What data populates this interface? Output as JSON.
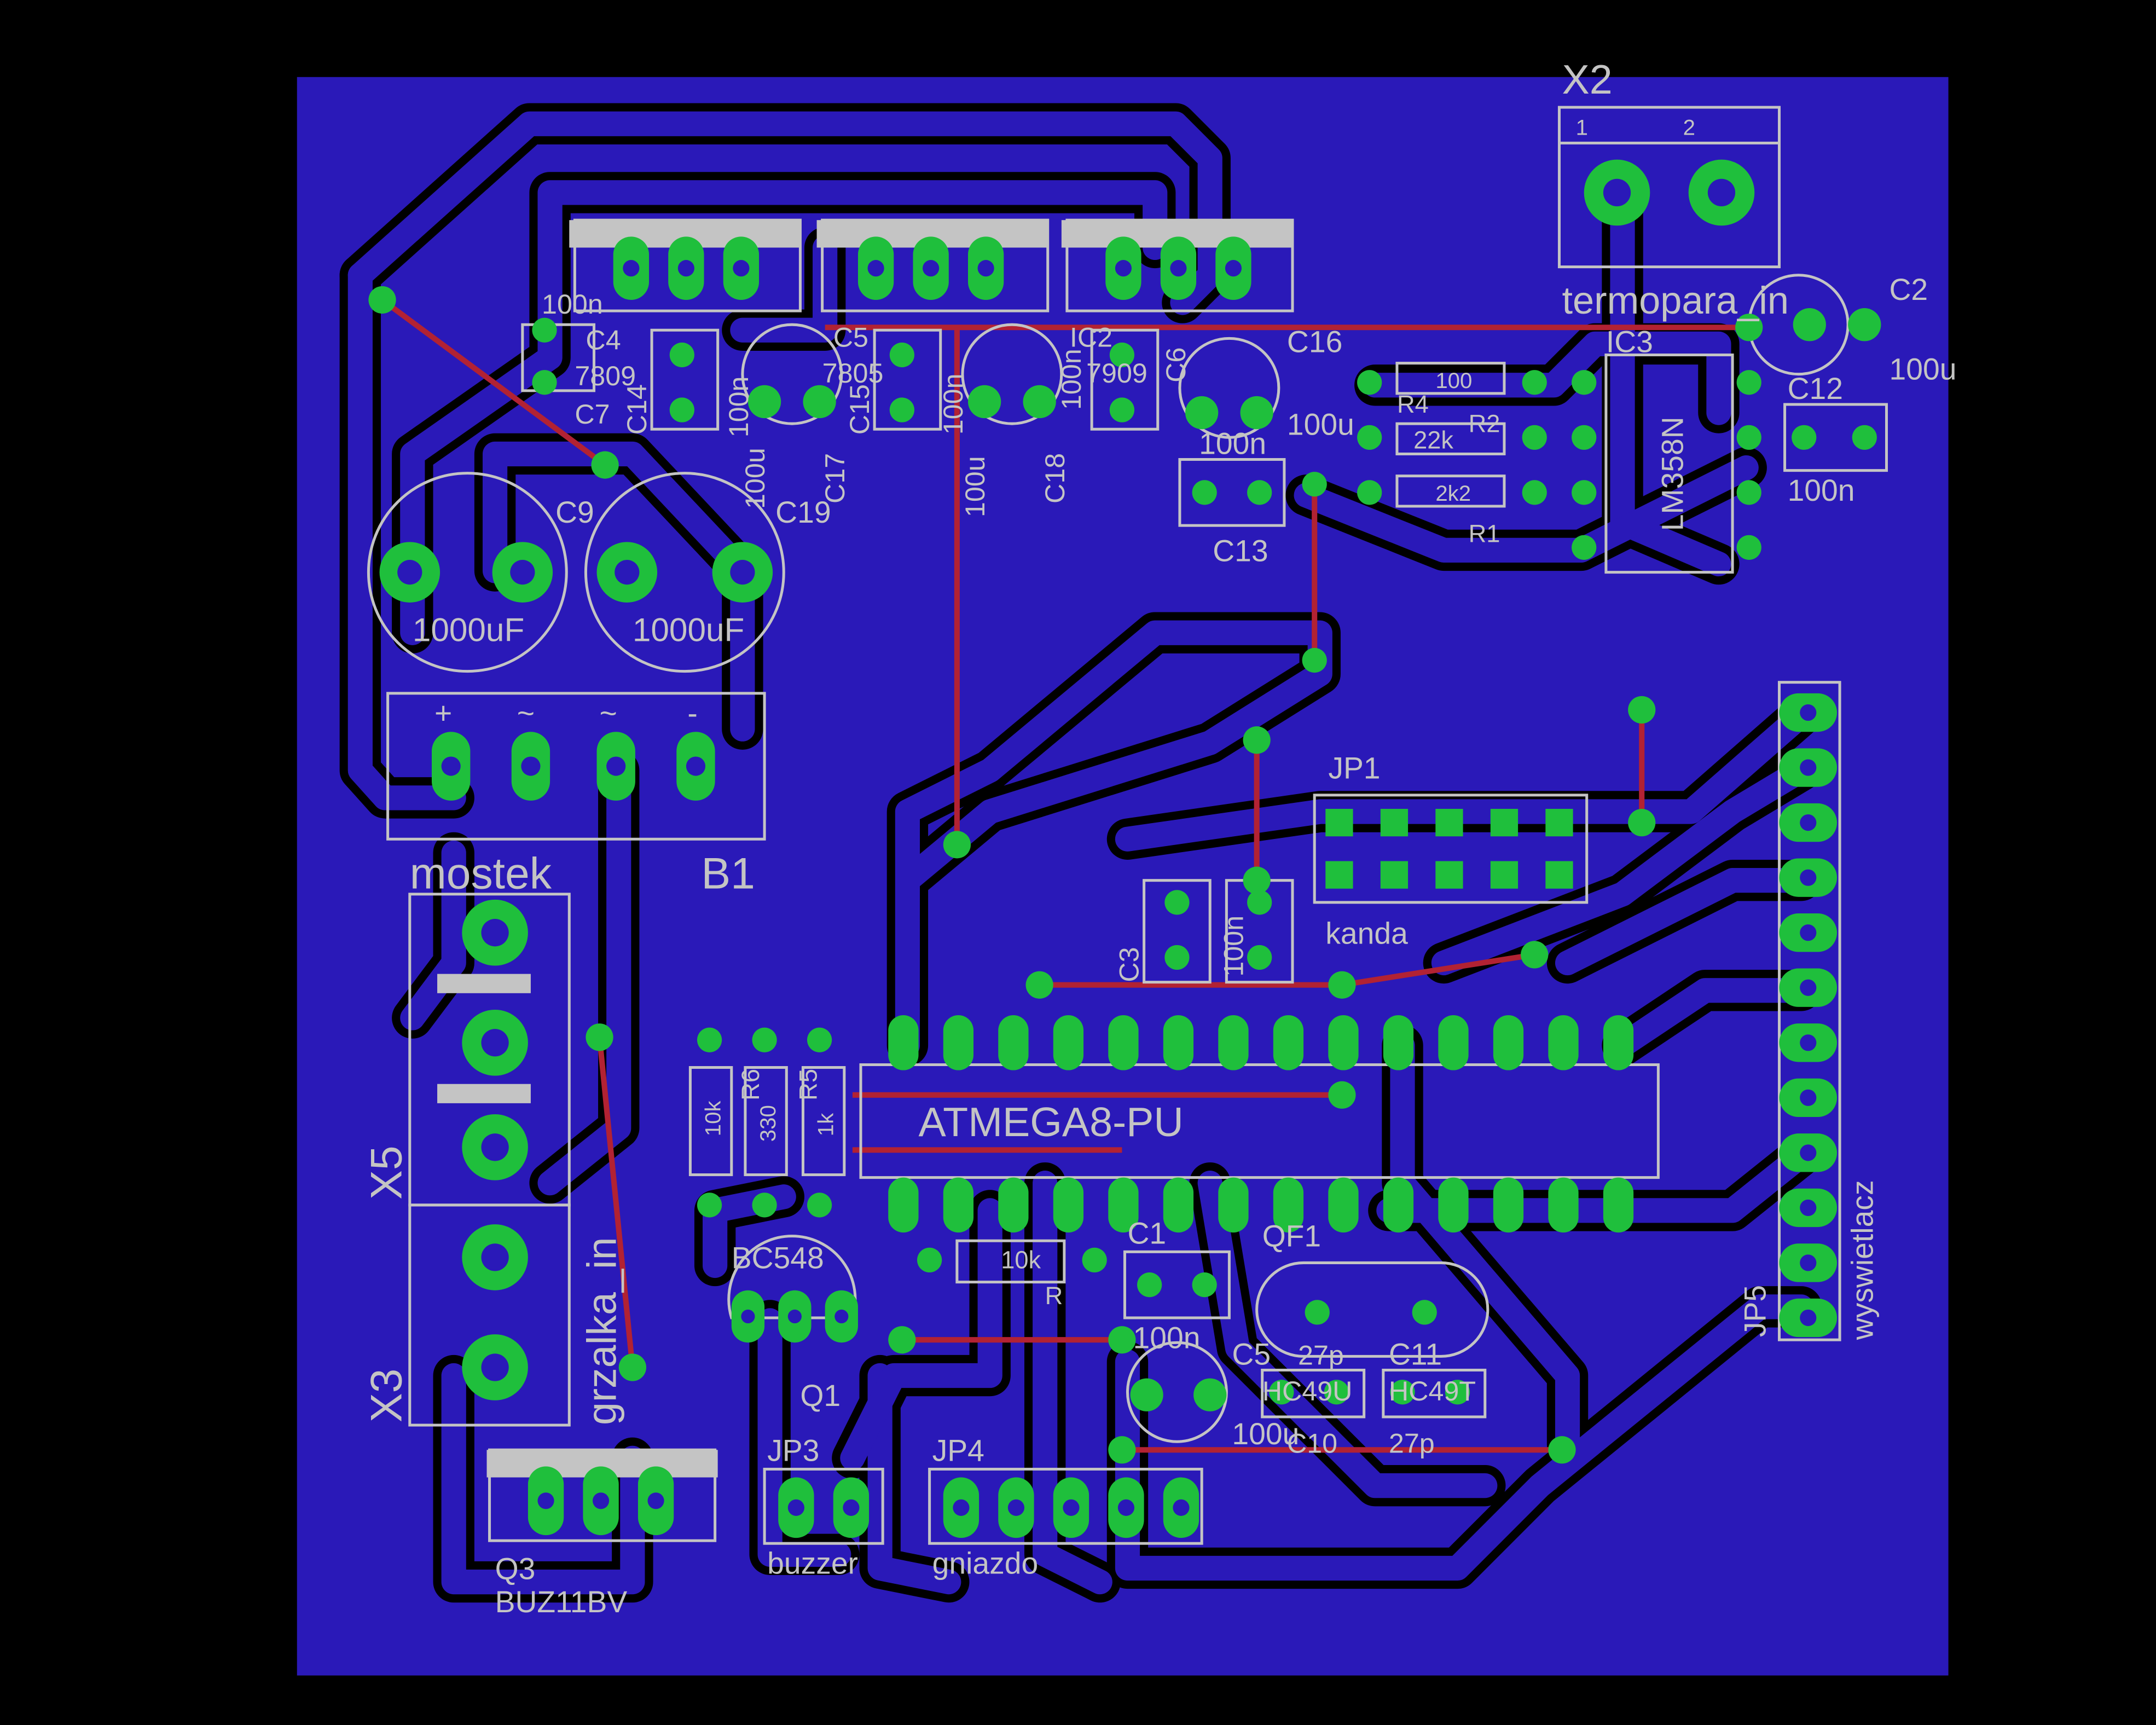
{
  "board": {
    "colors": {
      "background": "#000000",
      "board_fill": "#2a19b8",
      "isolation": "#000000",
      "copper_bottom": "#2a19b8",
      "wire_top": "#b22233",
      "pad": "#1fbf3c",
      "drill": "#2a19b8",
      "silk": "#c4c4c4"
    }
  },
  "labels": {
    "x2": "X2",
    "termopara": "termopara_in",
    "x2_pin1": "1",
    "x2_pin2": "2",
    "ic3": "IC3",
    "lm358": "LM358N",
    "c2": "C2",
    "c2_val": "100u",
    "c12": "C12",
    "c12_val": "100n",
    "c4": "C4",
    "c4_val": "100n",
    "c7": "C7",
    "v7809": "7809",
    "c14": "C14",
    "c14_val": "100n",
    "c17": "C17",
    "c17_val": "100u",
    "c5": "C5",
    "v7805": "7805",
    "c15": "C15",
    "c15_val": "100n",
    "c18": "C18",
    "c18_val": "100u",
    "ic2": "IC2",
    "v7909": "7909",
    "c6": "C6",
    "c6_val": "100n",
    "c16": "C16",
    "c16_val": "100u",
    "c13": "C13",
    "c13_val": "100n",
    "r4": "R4",
    "r4_val": "100",
    "r2": "R2",
    "r2_val": "22k",
    "r1": "R1",
    "r1_val": "2k2",
    "c9": "C9",
    "c9_val": "1000uF",
    "c19": "C19",
    "c19_val": "1000uF",
    "mostek": "mostek",
    "b1": "B1",
    "bridge_plus": "+",
    "bridge_ac1": "~",
    "bridge_ac2": "~",
    "bridge_minus": "-",
    "x5": "X5",
    "x3": "X3",
    "grzalka": "grzalka_in",
    "jp1": "JP1",
    "kanda": "kanda",
    "c3": "C3",
    "c3_val": "100n",
    "atmega": "ATMEGA8-PU",
    "r10k": "10k",
    "r6_val": "330",
    "r6": "R6",
    "r5": "R5",
    "r5_val": "1k",
    "bc548": "BC548",
    "q1": "Q1",
    "r_val": "10k",
    "r": "R",
    "c1": "C1",
    "c1_val": "100n",
    "c5b": "C5",
    "c5b_val": "100u",
    "qf1": "QF1",
    "qf1_pkg": "HC49U",
    "qf1_pkg2": "HC49T",
    "c11": "C11",
    "c10": "C10",
    "c27p": "27p",
    "jp3": "JP3",
    "buzzer": "buzzer",
    "jp4": "JP4",
    "gniazdo": "gniazdo",
    "q3": "Q3",
    "buz11": "BUZ11BV",
    "jp5": "JP5",
    "wyswietlacz": "wyswietlacz"
  }
}
